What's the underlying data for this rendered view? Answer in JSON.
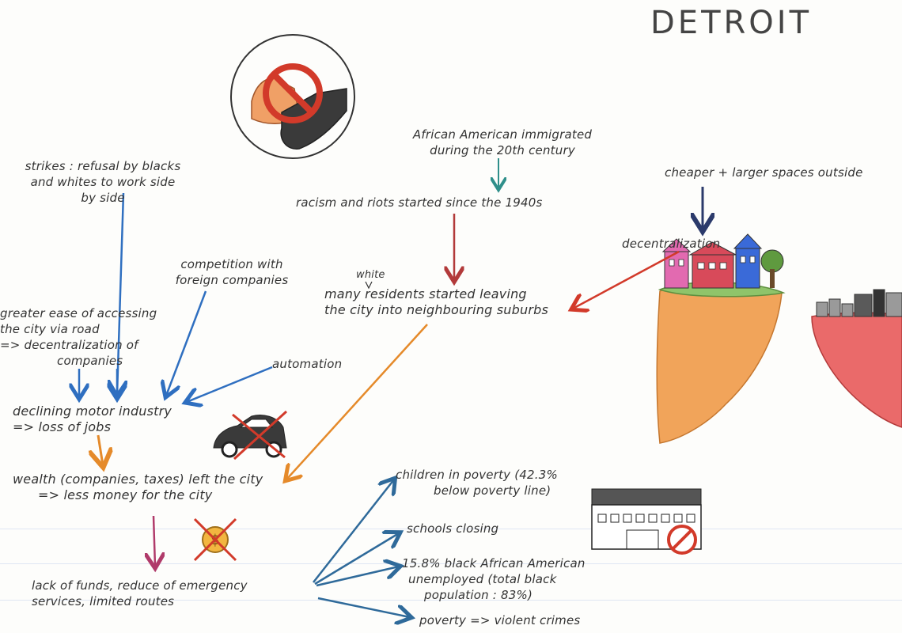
{
  "title": "DETROIT",
  "nodes": {
    "strikes": [
      "strikes : refusal by blacks",
      "and whites to work side",
      "by side"
    ],
    "immigration": [
      "African American immigrated",
      "during the 20th century"
    ],
    "cheaper_space": "cheaper + larger spaces outside",
    "racism": "racism and riots started since the 1940s",
    "decentralization": "decentralization",
    "competition": [
      "competition with",
      "foreign companies"
    ],
    "white_insert": "white",
    "residents": [
      "many residents started leaving",
      "the city into neighbouring suburbs"
    ],
    "road_access": [
      "greater ease of accessing",
      "the city via road",
      "=> decentralization of",
      "companies"
    ],
    "automation": "automation",
    "motor_industry": [
      "declining motor industry",
      "=> loss of jobs"
    ],
    "wealth": [
      "wealth (companies, taxes) left the city",
      "=> less money for the city"
    ],
    "children": [
      "children in poverty (42.3%",
      "below poverty line)"
    ],
    "schools": "schools closing",
    "funds": [
      "lack of funds, reduce of emergency",
      "services, limited routes"
    ],
    "unemployed": [
      "15.8% black African American",
      "unemployed (total black",
      "population : 83%)"
    ],
    "violence": "poverty => violent crimes"
  },
  "colors": {
    "blue": "#2f6fc0",
    "dark_red": "#b23a3a",
    "red": "#d23a2a",
    "orange": "#e58a2a",
    "teal": "#2f8f8a",
    "navy": "#2b3a6b",
    "magenta": "#b03a6a",
    "steel": "#2f6a9a"
  }
}
